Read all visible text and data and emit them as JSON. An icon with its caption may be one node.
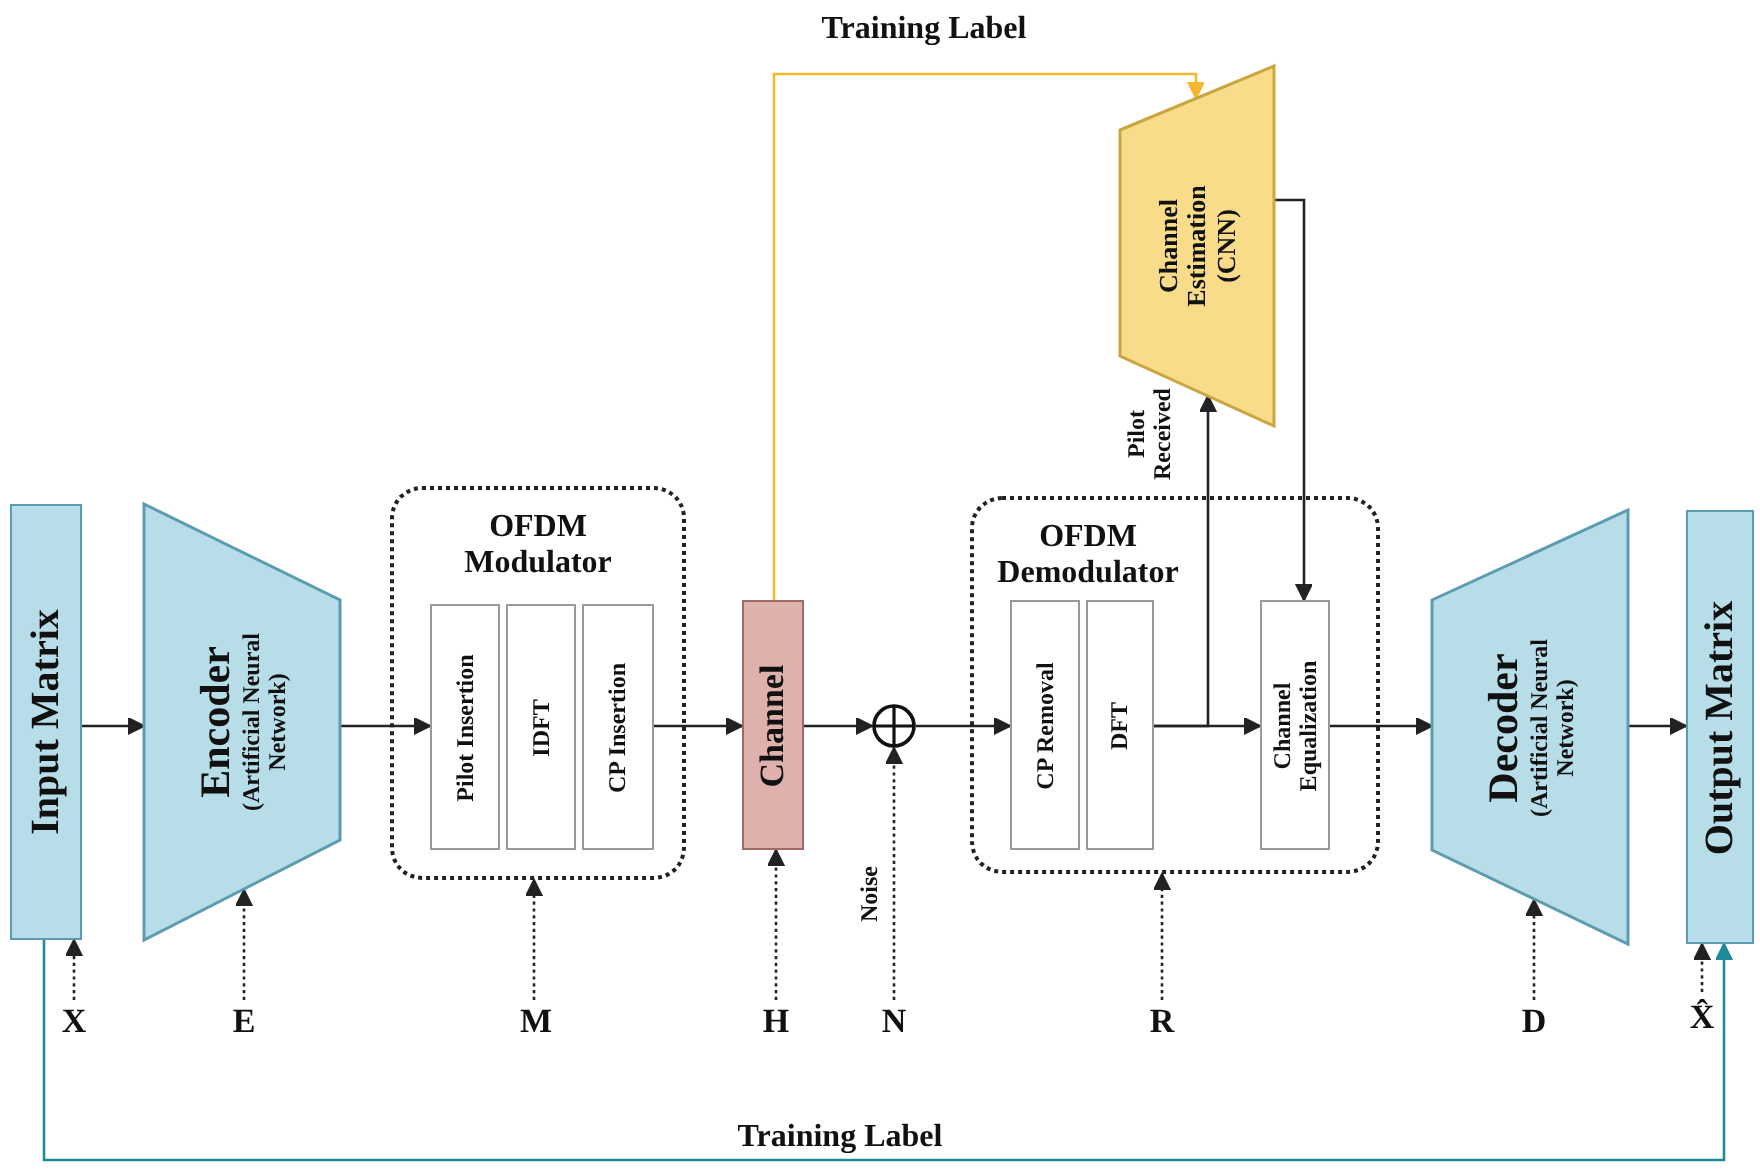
{
  "diagram": {
    "nodes": [
      {
        "text": [
          "Input Matrix"
        ]
      },
      {
        "text": [
          "Encoder",
          "(Artificial Neural Network)"
        ]
      },
      {
        "text": [
          "OFDM Modulator"
        ]
      },
      {
        "text": [
          "Pilot Insertion"
        ],
        "in": 2
      },
      {
        "text": [
          "IDFT"
        ],
        "in": 2
      },
      {
        "text": [
          "CP Insertion"
        ],
        "in": 2
      },
      {
        "text": [
          "Channel"
        ]
      },
      {
        "text": [],
        "shape": "circle"
      },
      {
        "text": [
          "OFDM Demodulator"
        ]
      },
      {
        "text": [
          "CP Removal"
        ],
        "in": 8
      },
      {
        "text": [
          "DFT"
        ],
        "in": 8
      },
      {
        "text": [
          "Channel Equalization"
        ],
        "in": 8
      },
      {
        "text": [
          "Channel Estimation (CNN)"
        ]
      },
      {
        "text": [
          "Decoder",
          "(Artificial Neural Network)"
        ]
      },
      {
        "text": [
          "Output Matrix"
        ]
      },
      {
        "text": [
          "X"
        ]
      },
      {
        "text": [
          "E"
        ]
      },
      {
        "text": [
          "M"
        ]
      },
      {
        "text": [
          "H"
        ]
      },
      {
        "text": [
          "N"
        ]
      },
      {
        "text": [
          "R"
        ]
      },
      {
        "text": [
          "D"
        ]
      },
      {
        "text": [
          "X̂"
        ]
      }
    ],
    "edges": [
      {
        "from": 0,
        "to": 1,
        "arrow": "to"
      },
      {
        "from": 1,
        "to": 3,
        "arrow": "to"
      },
      {
        "from": 5,
        "to": 6,
        "arrow": "to"
      },
      {
        "from": 6,
        "to": 7,
        "arrow": "to"
      },
      {
        "from": 7,
        "to": 9,
        "arrow": "to"
      },
      {
        "from": 10,
        "to": 11,
        "arrow": "to"
      },
      {
        "from": 10,
        "to": 12,
        "arrow": "to",
        "label": "Pilot Received"
      },
      {
        "from": 12,
        "to": 11,
        "arrow": "to"
      },
      {
        "from": 11,
        "to": 13,
        "arrow": "to"
      },
      {
        "from": 13,
        "to": 14,
        "arrow": "to"
      },
      {
        "from": 6,
        "to": 12,
        "arrow": "to",
        "label": "Training Label",
        "color": "#f5b82e"
      },
      {
        "from": 0,
        "to": 14,
        "arrow": "to",
        "label": "Training Label",
        "color": "#1f8a9a"
      },
      {
        "from": 15,
        "to": 0,
        "arrow": "to",
        "style": "dashed"
      },
      {
        "from": 16,
        "to": 1,
        "arrow": "to",
        "style": "dashed"
      },
      {
        "from": 17,
        "to": 2,
        "arrow": "to",
        "style": "dashed"
      },
      {
        "from": 18,
        "to": 6,
        "arrow": "to",
        "style": "dashed"
      },
      {
        "from": 19,
        "to": 7,
        "arrow": "to",
        "style": "dashed",
        "label": "Noise"
      },
      {
        "from": 20,
        "to": 8,
        "arrow": "to",
        "style": "dashed"
      },
      {
        "from": 21,
        "to": 13,
        "arrow": "to",
        "style": "dashed"
      },
      {
        "from": 22,
        "to": 14,
        "arrow": "to",
        "style": "dashed"
      }
    ]
  }
}
